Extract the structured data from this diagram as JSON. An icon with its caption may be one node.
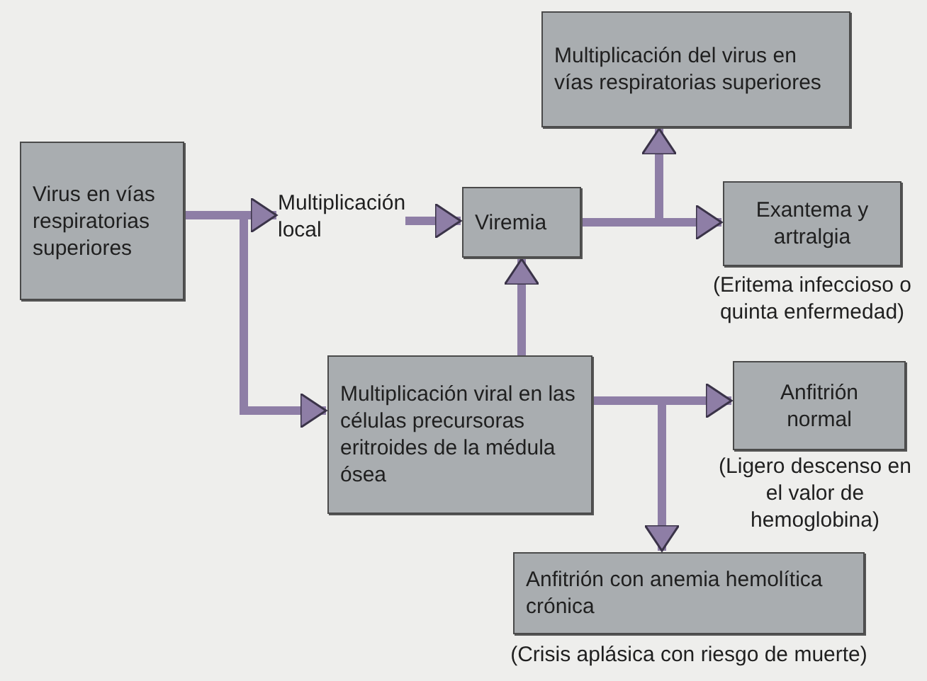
{
  "diagram": {
    "nodes": [
      {
        "text": [
          "Virus en vías respiratorias superiores"
        ]
      },
      {
        "text": [
          "Multiplicación local"
        ]
      },
      {
        "text": [
          "Viremia"
        ]
      },
      {
        "text": [
          "Multiplicación del virus en vías respiratorias superiores"
        ]
      },
      {
        "text": [
          "Exantema y artralgia"
        ],
        "beside": [
          "(Eritema infeccioso o quinta enfermedad)"
        ]
      },
      {
        "text": [
          "Multiplicación viral en las células precursoras eritroides de la médula ósea"
        ]
      },
      {
        "text": [
          "Anfitrión normal"
        ],
        "beside": [
          "(Ligero descenso en el valor de hemoglobina)"
        ]
      },
      {
        "text": [
          "Anfitrión con anemia hemolítica crónica"
        ],
        "beside": [
          "(Crisis aplásica con riesgo de muerte)"
        ]
      }
    ],
    "edges": [
      {
        "from": 0,
        "to": 1,
        "arrow": "to"
      },
      {
        "from": 0,
        "to": 5,
        "arrow": "to"
      },
      {
        "from": 1,
        "to": 2,
        "arrow": "to"
      },
      {
        "from": 2,
        "to": 4,
        "arrow": "to"
      },
      {
        "from": 2,
        "to": 3,
        "arrow": "to"
      },
      {
        "from": 5,
        "to": 2,
        "arrow": "to"
      },
      {
        "from": 5,
        "to": 6,
        "arrow": "to"
      },
      {
        "from": 5,
        "to": 7,
        "arrow": "to"
      }
    ]
  }
}
